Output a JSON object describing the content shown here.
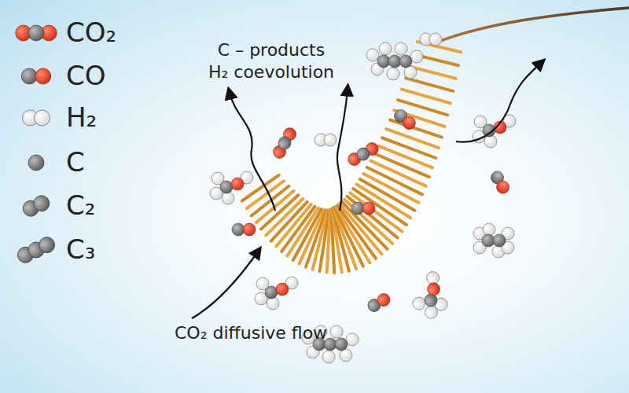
{
  "diagram": {
    "labels": [
      "C – products",
      "H₂ coevolution",
      "CO₂ diffusive flow"
    ],
    "legend": [
      {
        "text": "CO₂"
      },
      {
        "text": "CO"
      },
      {
        "text": "H₂"
      },
      {
        "text": "C"
      },
      {
        "text": "C₂"
      },
      {
        "text": "C₃"
      }
    ]
  }
}
